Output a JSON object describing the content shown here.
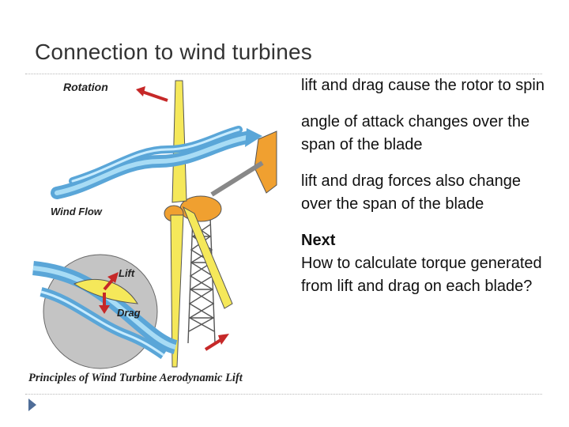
{
  "slide": {
    "title": "Connection to wind turbines"
  },
  "illustration": {
    "caption": "Principles of Wind Turbine Aerodynamic Lift",
    "label_rotation": "Rotation",
    "label_wind_flow": "Wind Flow",
    "label_lift": "Lift",
    "label_drag": "Drag"
  },
  "bullets": [
    {
      "text": "lift and drag cause the rotor to spin"
    },
    {
      "text": "angle of attack changes over the span of the blade"
    },
    {
      "text": "lift and drag forces also change over the span of the blade"
    }
  ],
  "next": {
    "heading": "Next",
    "text": "How to calculate torque generated from lift and drag on each blade?"
  },
  "colors": {
    "blade_yellow": "#f5e85a",
    "flow_blue": "#7fc4e8",
    "nacelle_orange": "#f0a030",
    "arrow_red": "#c62828",
    "nav_marker": "#4f6d98"
  }
}
